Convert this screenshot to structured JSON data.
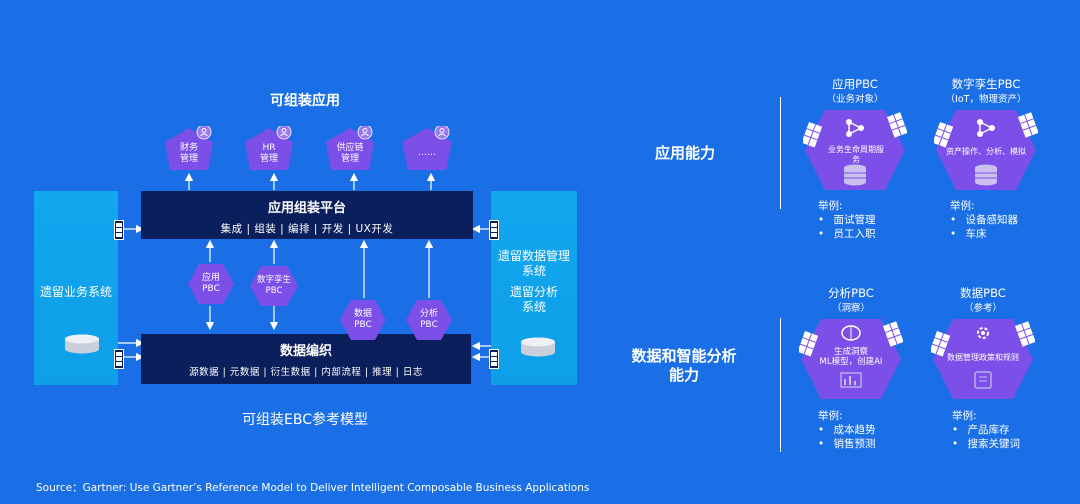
{
  "left": {
    "composable_apps_title": "可组装应用",
    "apps": [
      "财务\n管理",
      "HR\n管理",
      "供应链\n管理",
      "……"
    ],
    "app_platform": {
      "title": "应用组装平台",
      "items": "集成 | 组装 | 编排 | 开发 | UX开发"
    },
    "legacy_business": "遗留业务系统",
    "legacy_data_mgmt": "遗留数据管理\n系统",
    "legacy_analytics": "遗留分析\n系统",
    "pbc_hexes": [
      "应用\nPBC",
      "数字孪生\nPBC",
      "数据\nPBC",
      "分析\nPBC"
    ],
    "data_orchestration": {
      "title": "数据编织",
      "items": "源数据 | 元数据 | 衍生数据 | 内部流程 | 推理 | 日志"
    },
    "model_caption": "可组装EBC参考模型"
  },
  "middle": {
    "app_capability": "应用能力",
    "data_capability": "数据和智能分析\n能力"
  },
  "right": {
    "app_pbc": {
      "title": "应用PBC",
      "sub": "（业务对象）",
      "inner": "业务生命周期服\n务",
      "example_head": "举例:",
      "examples": [
        "面试管理",
        "员工入职"
      ]
    },
    "twin_pbc": {
      "title": "数字孪生PBC",
      "sub": "（IoT，物理资产）",
      "inner": "资产操作、分析、模拟",
      "example_head": "举例:",
      "examples": [
        "设备感知器",
        "车床"
      ]
    },
    "analytics_pbc": {
      "title": "分析PBC",
      "sub": "（洞察）",
      "inner": "生成洞察\nML模型，创建AI",
      "example_head": "举例:",
      "examples": [
        "成本趋势",
        "销售预测"
      ]
    },
    "data_pbc": {
      "title": "数据PBC",
      "sub": "（参考）",
      "inner": "数据管理政策和规则",
      "example_head": "举例:",
      "examples": [
        "产品库存",
        "搜索关键词"
      ]
    }
  },
  "source": "Source：Gartner: Use Gartner’s Reference Model to Deliver Intelligent Composable Business Applications",
  "colors": {
    "background": "#1a6fe6",
    "hex_purple": "#7b4fe8",
    "dark_bar": "#0b1f5c",
    "side_box": "#0ea5e9"
  }
}
